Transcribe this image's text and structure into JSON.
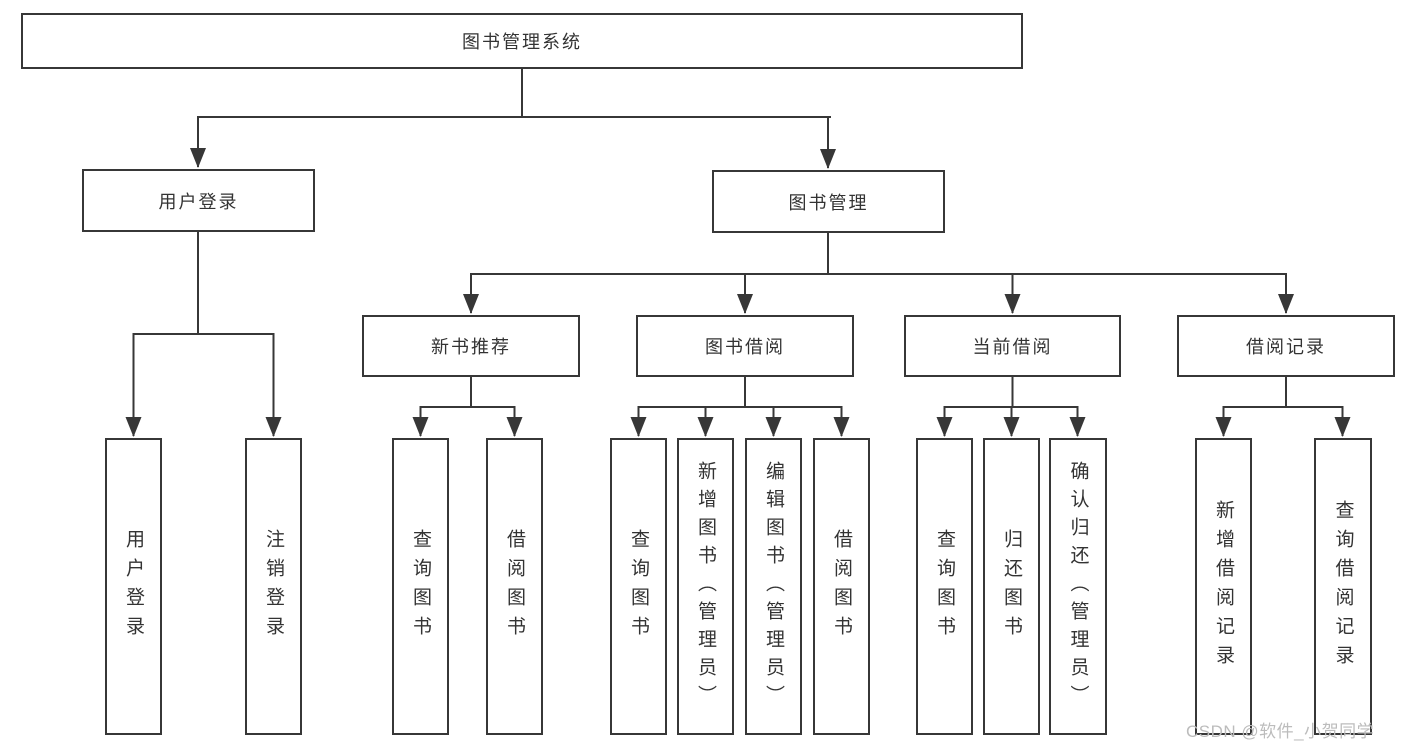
{
  "diagram_title": "图书管理系统",
  "tree": {
    "root": "图书管理系统",
    "children": [
      {
        "label": "用户登录",
        "children": [
          {
            "label": "用户登录"
          },
          {
            "label": "注销登录"
          }
        ]
      },
      {
        "label": "图书管理",
        "children": [
          {
            "label": "新书推荐",
            "children": [
              {
                "label": "查询图书"
              },
              {
                "label": "借阅图书"
              }
            ]
          },
          {
            "label": "图书借阅",
            "children": [
              {
                "label": "查询图书"
              },
              {
                "label": "新增图书（管理员）"
              },
              {
                "label": "编辑图书（管理员）"
              },
              {
                "label": "借阅图书"
              }
            ]
          },
          {
            "label": "当前借阅",
            "children": [
              {
                "label": "查询图书"
              },
              {
                "label": "归还图书"
              },
              {
                "label": "确认归还（管理员）"
              }
            ]
          },
          {
            "label": "借阅记录",
            "children": [
              {
                "label": "新增借阅记录"
              },
              {
                "label": "查询借阅记录"
              }
            ]
          }
        ]
      }
    ]
  },
  "watermark": {
    "text": "CSDN @软件_小贺同学",
    "color": "#bcbcbc"
  },
  "colors": {
    "line": "#373737",
    "box_border": "#373737",
    "box_background": "#ffffff",
    "text": "#333333",
    "page_background": "#ffffff"
  }
}
